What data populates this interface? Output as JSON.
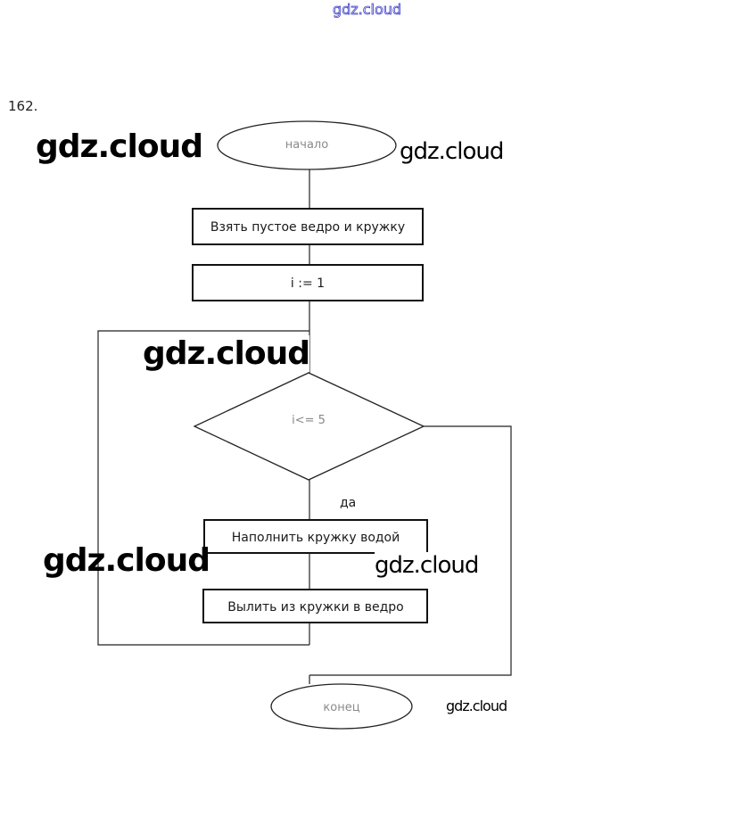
{
  "header": {
    "site_watermark": "gdz.cloud"
  },
  "task": {
    "number": "162."
  },
  "watermarks": {
    "top_left": "gdz.cloud",
    "top_right": "gdz.cloud",
    "middle": "gdz.cloud",
    "lower_left": "gdz.cloud",
    "lower_right": "gdz.cloud",
    "bottom_right": "gdz.cloud"
  },
  "flowchart": {
    "start": {
      "type": "terminator",
      "label": "начало"
    },
    "step1": {
      "type": "process",
      "label": "Взять пустое ведро и кружку"
    },
    "step2": {
      "type": "process",
      "label": "i := 1"
    },
    "condition": {
      "type": "decision",
      "label": "i<= 5",
      "yes_label": "да"
    },
    "step3": {
      "type": "process",
      "label": "Наполнить кружку водой"
    },
    "step4": {
      "type": "process",
      "label": "Вылить из кружки в ведро"
    },
    "end": {
      "type": "terminator",
      "label": "конец"
    }
  }
}
